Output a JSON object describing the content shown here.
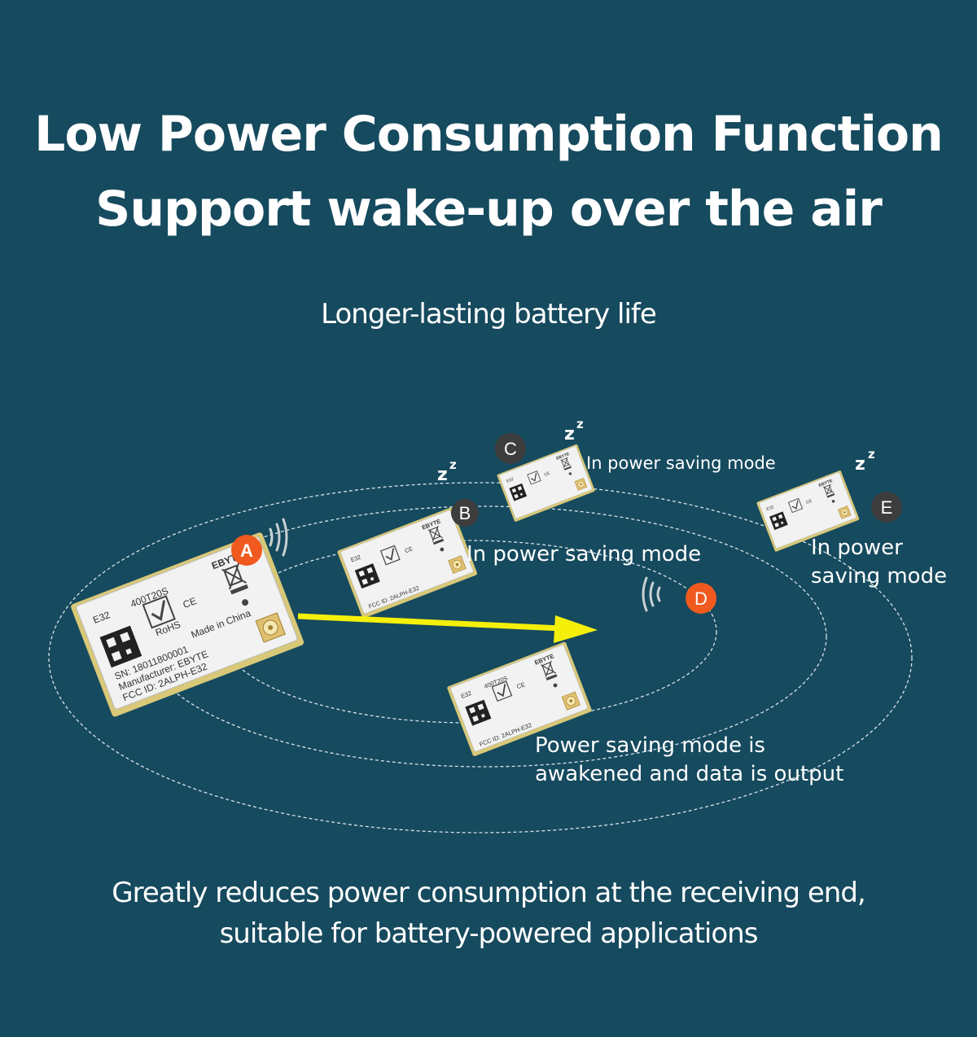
{
  "title": {
    "line1": "Low Power Consumption Function",
    "line2": "Support wake-up over the air"
  },
  "subtitle": "Longer-lasting battery life",
  "footer": {
    "line1": "Greatly reduces power consumption at the receiving end,",
    "line2": "suitable for battery-powered applications"
  },
  "nodes": {
    "a": {
      "letter": "A"
    },
    "b": {
      "letter": "B",
      "status": "In power saving mode"
    },
    "c": {
      "letter": "C",
      "status": "In power saving mode"
    },
    "d": {
      "letter": "D",
      "status_line1": "Power saving mode is",
      "status_line2": "awakened and data is output"
    },
    "e": {
      "letter": "E",
      "status_line1": "In power",
      "status_line2": "saving mode"
    }
  },
  "sleep_mark": "z",
  "module": {
    "model": "E32",
    "variant": "400T20S",
    "brand": "EBYTE",
    "ce": "CE",
    "rohs": "RoHS",
    "sn": "SN: 18011800001",
    "origin": "Made in China",
    "manufacturer": "Manufacturer: EBYTE",
    "fcc": "FCC ID: 2ALPH-E32"
  },
  "colors": {
    "background": "#164a5e",
    "active_badge": "#f05a1e",
    "sleep_badge": "#3d3d3d",
    "arrow": "#f5f00a",
    "module_board": "#f2f2f2",
    "module_edge": "#d8c878"
  }
}
